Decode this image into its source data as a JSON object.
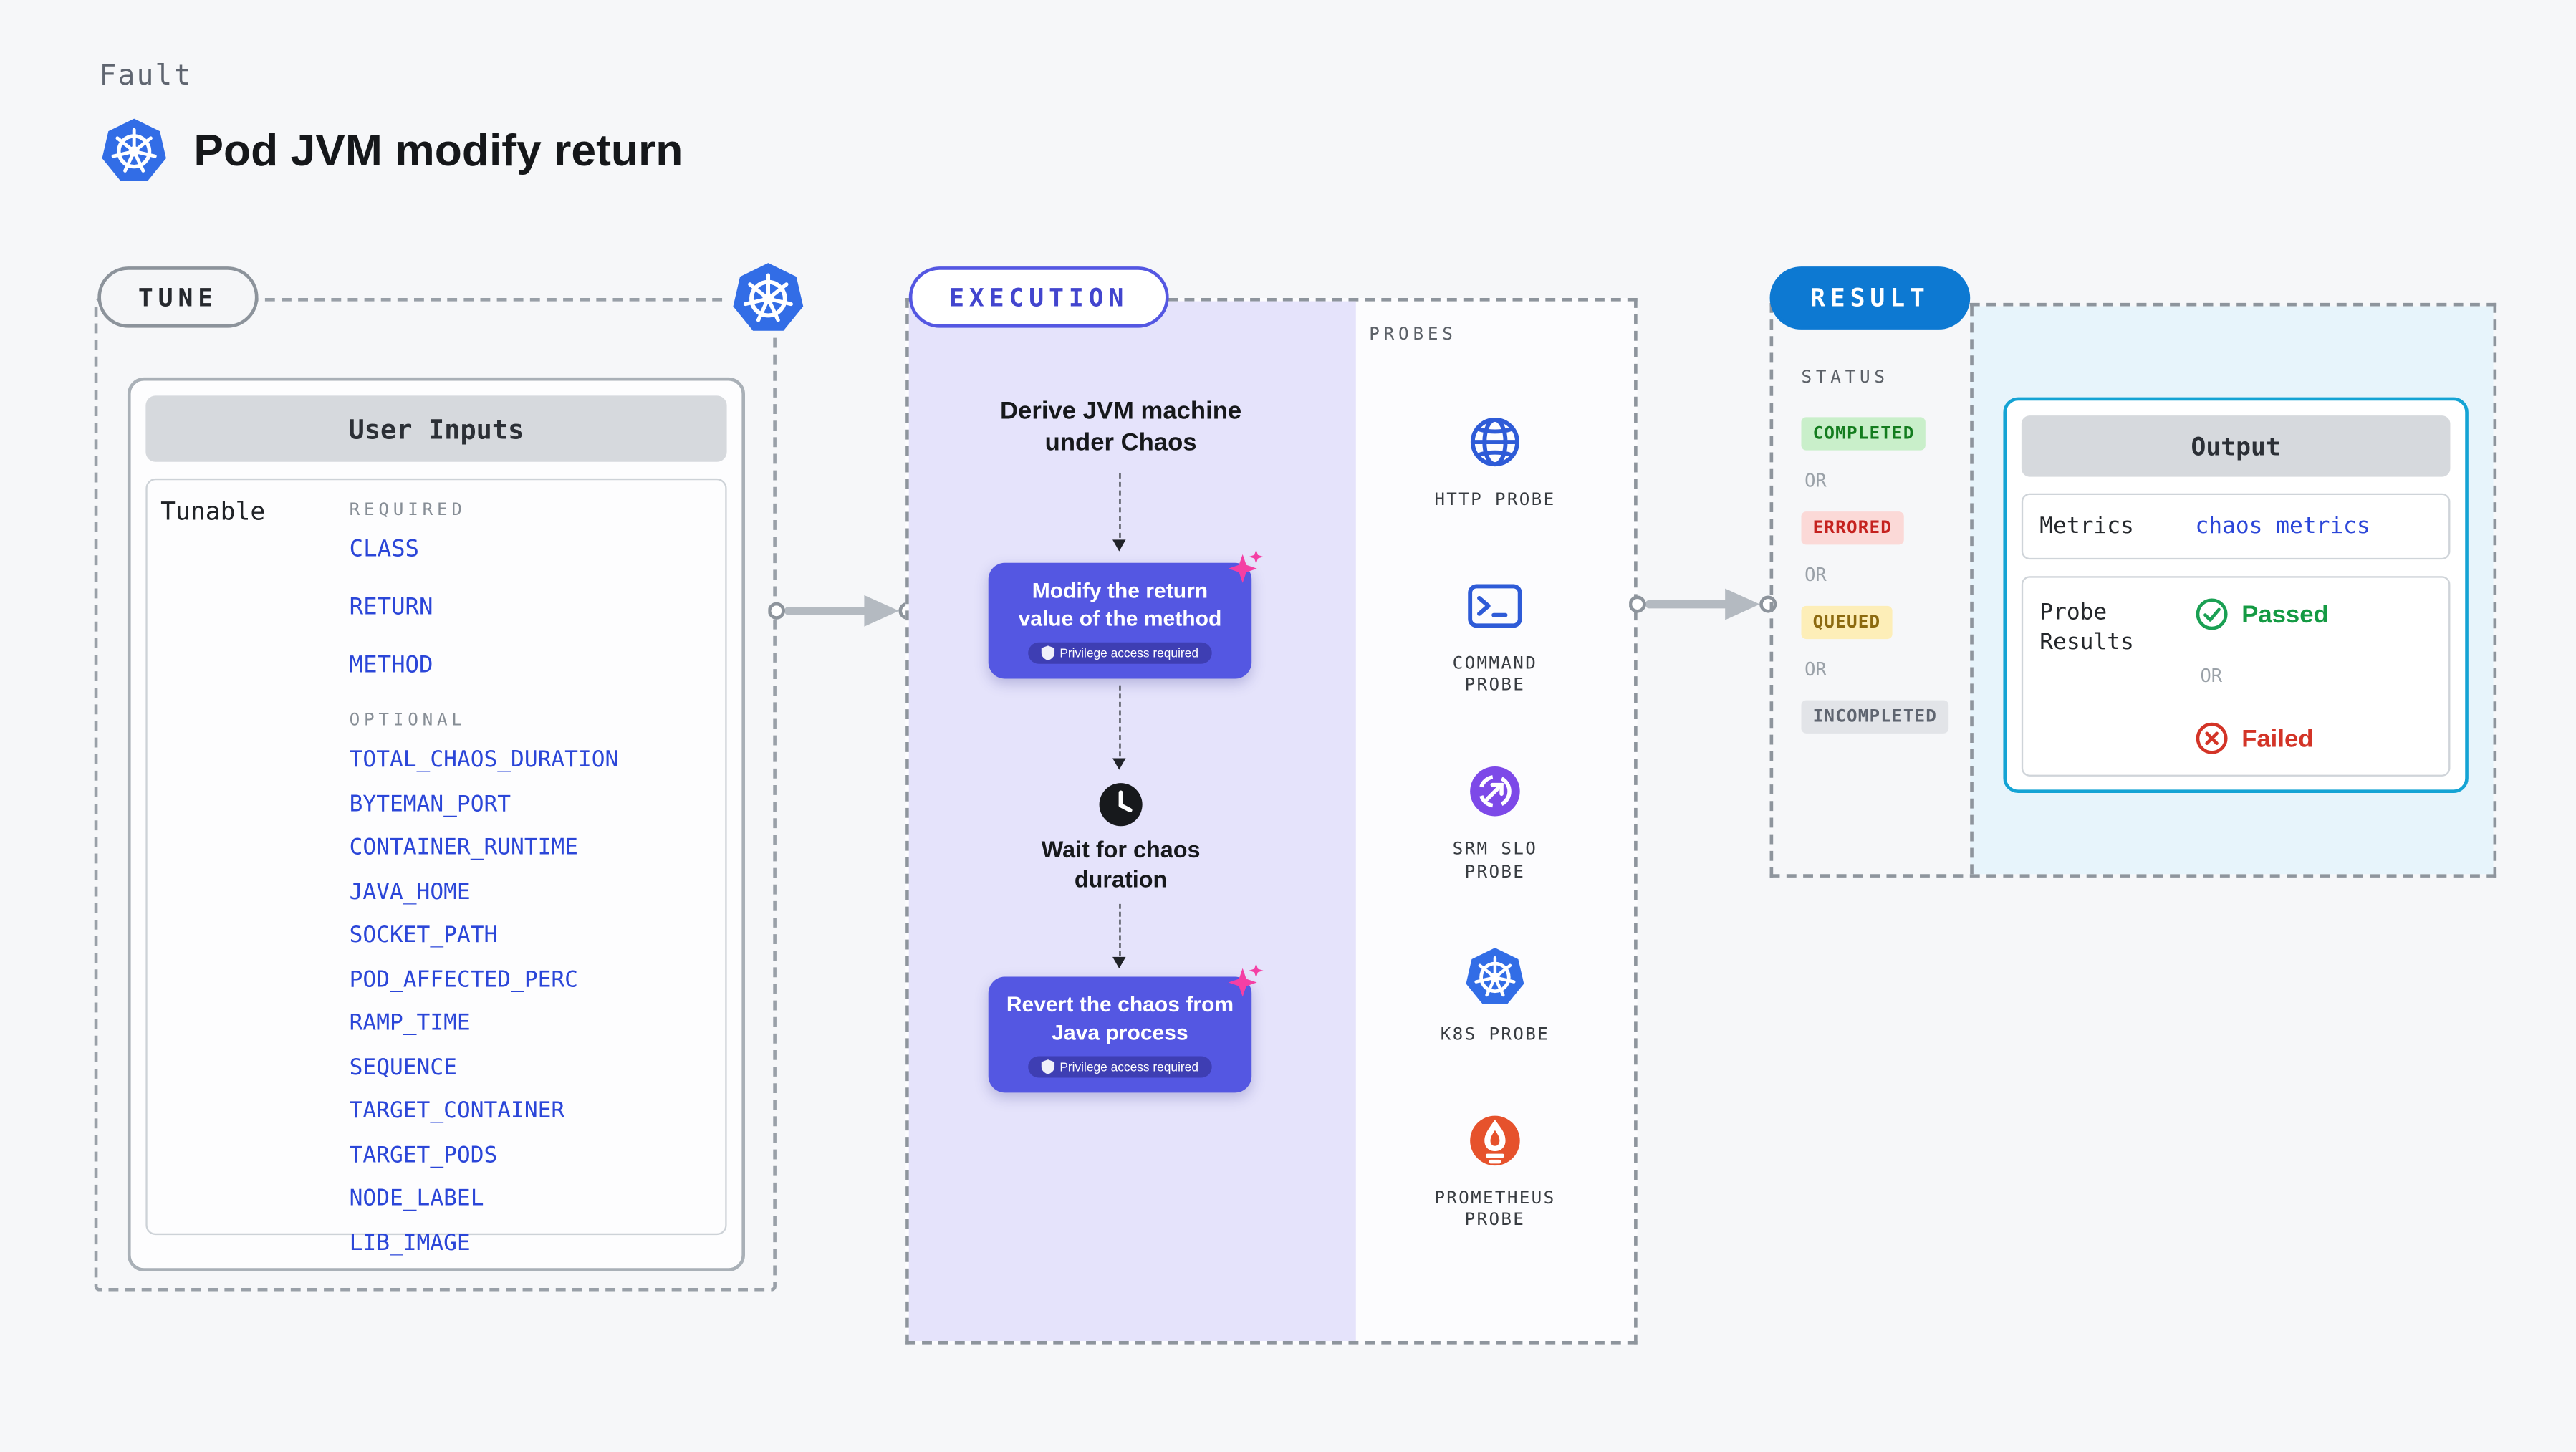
{
  "page": {
    "kicker": "Fault",
    "title": "Pod JVM modify return"
  },
  "tune": {
    "label": "TUNE",
    "panel_title": "User Inputs",
    "tunable_label": "Tunable",
    "required_label": "REQUIRED",
    "required_params": [
      "CLASS",
      "RETURN",
      "METHOD"
    ],
    "optional_label": "OPTIONAL",
    "optional_params": [
      "TOTAL_CHAOS_DURATION",
      "BYTEMAN_PORT",
      "CONTAINER_RUNTIME",
      "JAVA_HOME",
      "SOCKET_PATH",
      "POD_AFFECTED_PERC",
      "RAMP_TIME",
      "SEQUENCE",
      "TARGET_CONTAINER",
      "TARGET_PODS",
      "NODE_LABEL",
      "LIB_IMAGE"
    ]
  },
  "execution": {
    "label": "EXECUTION",
    "step_derive": "Derive JVM machine under Chaos",
    "step_modify": "Modify the return value of the method",
    "step_wait": "Wait for chaos duration",
    "step_revert": "Revert the chaos from Java process",
    "privilege_badge": "Privilege access required"
  },
  "probes": {
    "label": "PROBES",
    "items": [
      {
        "name": "HTTP PROBE",
        "icon": "globe-icon"
      },
      {
        "name": "COMMAND PROBE",
        "icon": "terminal-icon"
      },
      {
        "name": "SRM SLO PROBE",
        "icon": "srm-slo-icon"
      },
      {
        "name": "K8S PROBE",
        "icon": "kubernetes-icon"
      },
      {
        "name": "PROMETHEUS PROBE",
        "icon": "prometheus-icon"
      }
    ]
  },
  "result": {
    "label": "RESULT",
    "status_label": "STATUS",
    "or_label": "OR",
    "statuses": [
      {
        "label": "COMPLETED",
        "type": "completed"
      },
      {
        "label": "ERRORED",
        "type": "errored"
      },
      {
        "label": "QUEUED",
        "type": "queued"
      },
      {
        "label": "INCOMPLETED",
        "type": "incompleted"
      }
    ],
    "output": {
      "title": "Output",
      "metrics_label": "Metrics",
      "metrics_value": "chaos metrics",
      "probe_results_label": "Probe Results",
      "passed_label": "Passed",
      "failed_label": "Failed"
    }
  },
  "colors": {
    "accent_purple": "#5457e2",
    "result_blue": "#0d79d2",
    "link_blue": "#2b46d8",
    "k8s_blue": "#326de6",
    "passed_green": "#149a43",
    "failed_red": "#d33427",
    "completed_bg": "#c9efca",
    "errored_bg": "#fbd9d7",
    "queued_bg": "#fdeeb8",
    "incompleted_bg": "#e2e4e8",
    "execution_panel_bg": "#e5e3fb",
    "result_panel_bg": "#e7f4fb"
  }
}
